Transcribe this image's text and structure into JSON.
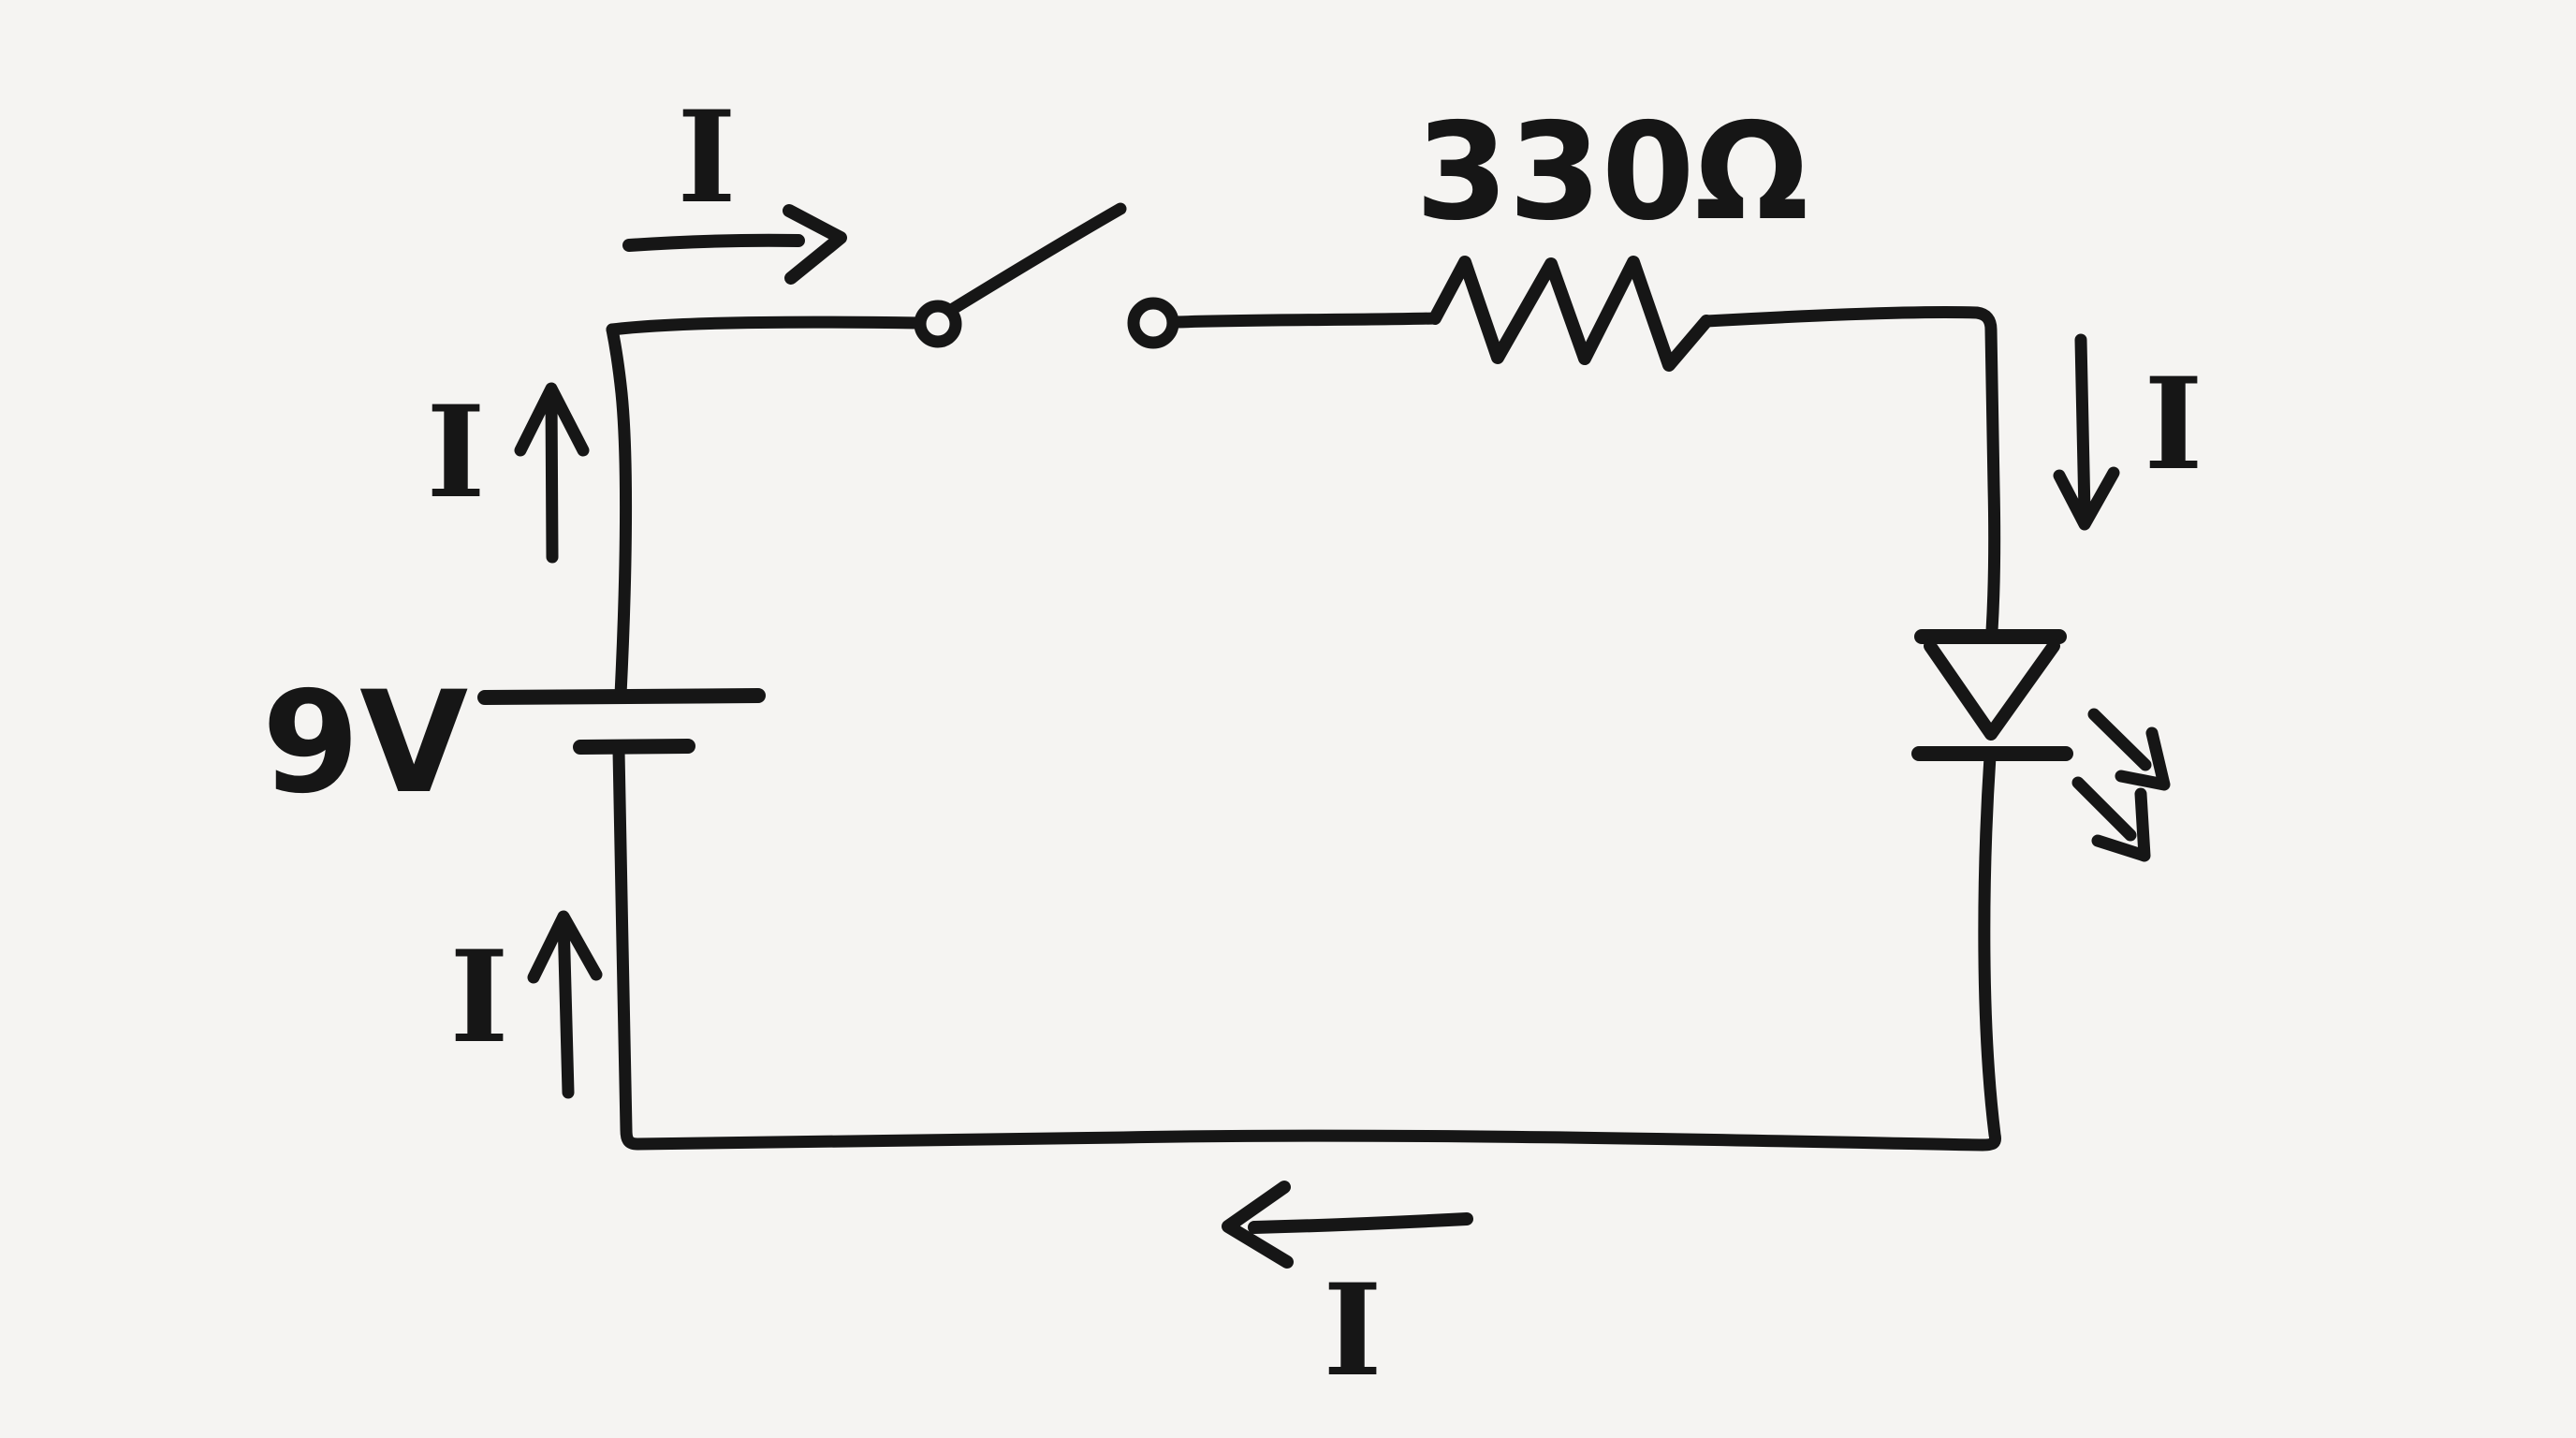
{
  "figure": {
    "kind": "hand-drawn-circuit-schematic",
    "background_color": "#f5f4f2",
    "ink_color": "#161616"
  },
  "labels": {
    "resistor_value": "330Ω",
    "battery_voltage": "9V",
    "current_top": "I",
    "current_left_upper": "I",
    "current_left_lower": "I",
    "current_right": "I",
    "current_bottom": "I"
  },
  "components": {
    "battery": {
      "type": "battery",
      "label": "9V"
    },
    "switch": {
      "type": "switch",
      "state": "open"
    },
    "resistor": {
      "type": "resistor",
      "label": "330Ω"
    },
    "led": {
      "type": "led"
    }
  }
}
